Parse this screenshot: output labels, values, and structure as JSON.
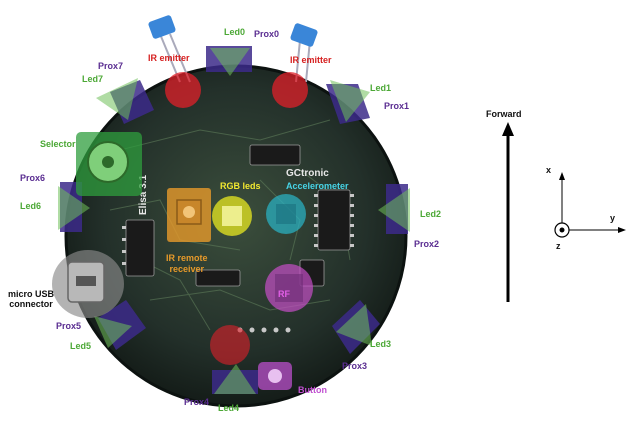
{
  "labels": {
    "prox0": "Prox0",
    "prox1": "Prox1",
    "prox2": "Prox2",
    "prox3": "Prox3",
    "prox4": "Prox4",
    "prox5": "Prox5",
    "prox6": "Prox6",
    "prox7": "Prox7",
    "led0": "Led0",
    "led1": "Led1",
    "led2": "Led2",
    "led3": "Led3",
    "led4": "Led4",
    "led5": "Led5",
    "led6": "Led6",
    "led7": "Led7",
    "ir_emitter": "IR emitter",
    "selector": "Selector",
    "rgb_leds": "RGB leds",
    "accelerometer": "Accelerometer",
    "ir_remote_line1": "IR remote",
    "ir_remote_line2": "receiver",
    "rf": "RF",
    "button": "Button",
    "micro_usb_line1": "micro USB",
    "micro_usb_line2": "connector",
    "board_name": "Elisa 3.1",
    "brand": "GCtronic"
  },
  "axes": {
    "forward": "Forward",
    "x": "x",
    "y": "y",
    "z": "z"
  },
  "colors": {
    "prox": "#5a2d91",
    "led": "#4ca836",
    "ir_emitter": "#e0202a",
    "selector": "#2f9e3e",
    "rgb": "#e8e820",
    "accelerometer": "#2ab6c9",
    "ir_receiver": "#e79a2a",
    "rf": "#c64fc8",
    "button": "#b04cc0",
    "usb": "#8a8a8a"
  }
}
